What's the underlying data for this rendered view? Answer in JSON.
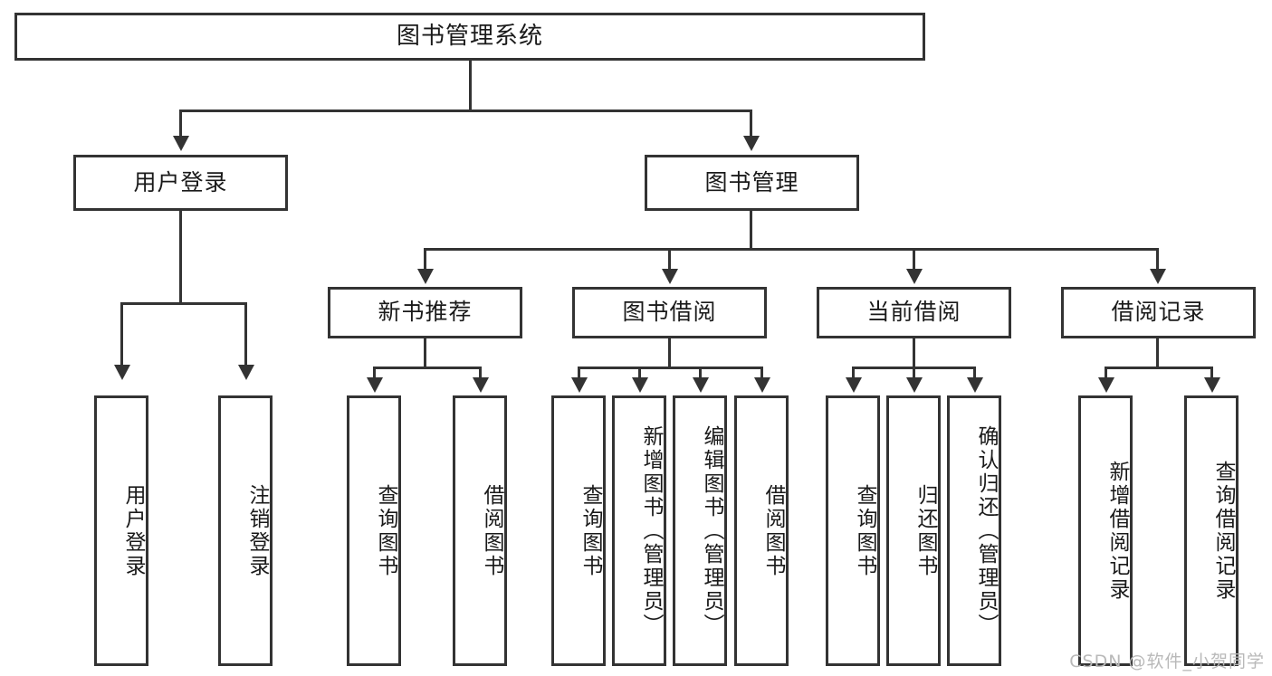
{
  "diagram": {
    "type": "tree-hierarchy",
    "title": "图书管理系统",
    "orientation": "top-down",
    "colors": {
      "stroke": "#333333",
      "fill": "#ffffff",
      "text": "#1a1a1a",
      "watermark": "#b9b9b9"
    },
    "levels": [
      {
        "level": 1,
        "nodes": [
          {
            "id": "root",
            "label": "图书管理系统"
          }
        ]
      },
      {
        "level": 2,
        "nodes": [
          {
            "id": "login",
            "label": "用户登录",
            "parent": "root"
          },
          {
            "id": "book-mgmt",
            "label": "图书管理",
            "parent": "root"
          }
        ]
      },
      {
        "level": 3,
        "nodes": [
          {
            "id": "new-book-rec",
            "label": "新书推荐",
            "parent": "book-mgmt"
          },
          {
            "id": "book-borrow",
            "label": "图书借阅",
            "parent": "book-mgmt"
          },
          {
            "id": "current-borrow",
            "label": "当前借阅",
            "parent": "book-mgmt"
          },
          {
            "id": "borrow-record",
            "label": "借阅记录",
            "parent": "book-mgmt"
          }
        ]
      },
      {
        "level": 4,
        "nodes": [
          {
            "id": "leaf-user-login",
            "label": "用户登录",
            "parent": "login"
          },
          {
            "id": "leaf-logout",
            "label": "注销登录",
            "parent": "login"
          },
          {
            "id": "leaf-query-book-1",
            "label": "查询图书",
            "parent": "new-book-rec"
          },
          {
            "id": "leaf-borrow-book-1",
            "label": "借阅图书",
            "parent": "new-book-rec"
          },
          {
            "id": "leaf-query-book-2",
            "label": "查询图书",
            "parent": "book-borrow"
          },
          {
            "id": "leaf-add-book",
            "label": "新增图书（管理员）",
            "parent": "book-borrow"
          },
          {
            "id": "leaf-edit-book",
            "label": "编辑图书（管理员）",
            "parent": "book-borrow"
          },
          {
            "id": "leaf-borrow-book-2",
            "label": "借阅图书",
            "parent": "book-borrow"
          },
          {
            "id": "leaf-query-book-3",
            "label": "查询图书",
            "parent": "current-borrow"
          },
          {
            "id": "leaf-return-book",
            "label": "归还图书",
            "parent": "current-borrow"
          },
          {
            "id": "leaf-confirm-return",
            "label": "确认归还（管理员）",
            "parent": "current-borrow"
          },
          {
            "id": "leaf-add-record",
            "label": "新增借阅记录",
            "parent": "borrow-record"
          },
          {
            "id": "leaf-query-record",
            "label": "查询借阅记录",
            "parent": "borrow-record"
          }
        ]
      }
    ]
  },
  "watermark": {
    "text": "CSDN @软件_小贺同学"
  }
}
